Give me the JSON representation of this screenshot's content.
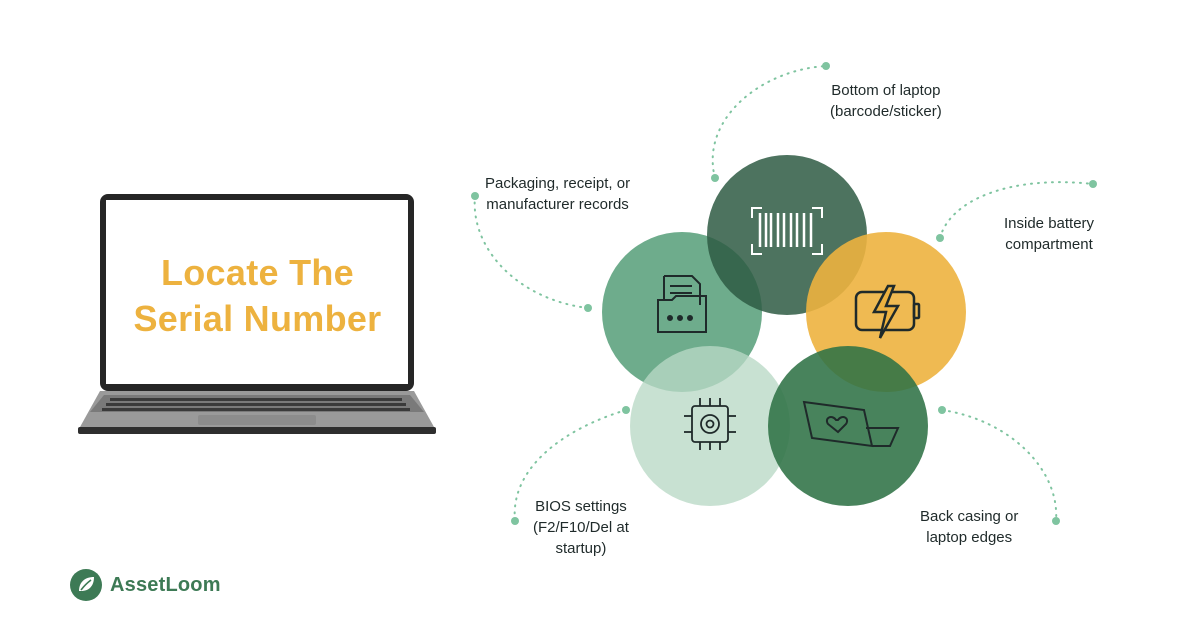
{
  "title": {
    "line1": "Locate The",
    "line2": "Serial Number"
  },
  "locations": [
    {
      "line1": "Bottom of laptop",
      "line2": "(barcode/sticker)",
      "icon": "barcode-icon",
      "color": "#2E5A43"
    },
    {
      "line1": "Packaging, receipt, or",
      "line2": "manufacturer records",
      "icon": "document-folder-icon",
      "color": "#4E9A73"
    },
    {
      "line1": "Inside battery",
      "line2": "compartment",
      "icon": "battery-charging-icon",
      "color": "#EDB23F"
    },
    {
      "line1": "BIOS settings",
      "line2": "(F2/F10/Del at",
      "line3": "startup)",
      "icon": "chip-settings-icon",
      "color": "#B8D8C5"
    },
    {
      "line1": "Back casing or",
      "line2": "laptop edges",
      "icon": "laptop-heart-icon",
      "color": "#2F7245"
    }
  ],
  "brand": {
    "name": "AssetLoom",
    "color": "#3D7A55"
  },
  "colors": {
    "accent": "#EDB23F",
    "dots": "#7FC4A0",
    "laptop_frame": "#2b2b2b"
  }
}
